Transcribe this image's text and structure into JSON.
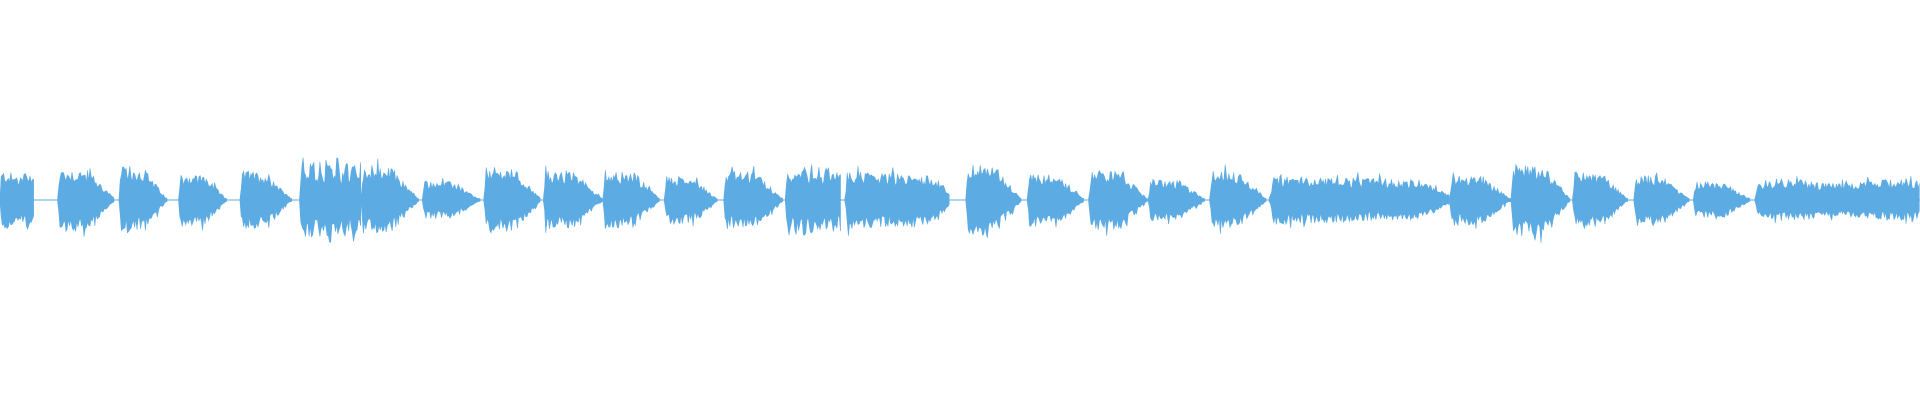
{
  "waveform": {
    "color": "#5dabe3",
    "background": "#ffffff",
    "notes": [
      {
        "start": 0.0,
        "end": 0.018,
        "level": 0.48,
        "shape": "plateau"
      },
      {
        "start": 0.03,
        "end": 0.06,
        "level": 0.52,
        "shape": "decay"
      },
      {
        "start": 0.062,
        "end": 0.087,
        "level": 0.54,
        "shape": "decay"
      },
      {
        "start": 0.093,
        "end": 0.118,
        "level": 0.44,
        "shape": "decay"
      },
      {
        "start": 0.125,
        "end": 0.152,
        "level": 0.48,
        "shape": "decay"
      },
      {
        "start": 0.156,
        "end": 0.188,
        "level": 0.7,
        "shape": "jagged"
      },
      {
        "start": 0.188,
        "end": 0.218,
        "level": 0.56,
        "shape": "decay"
      },
      {
        "start": 0.22,
        "end": 0.25,
        "level": 0.32,
        "shape": "decay"
      },
      {
        "start": 0.252,
        "end": 0.282,
        "level": 0.54,
        "shape": "decay"
      },
      {
        "start": 0.283,
        "end": 0.314,
        "level": 0.48,
        "shape": "decay"
      },
      {
        "start": 0.314,
        "end": 0.344,
        "level": 0.48,
        "shape": "decay"
      },
      {
        "start": 0.346,
        "end": 0.374,
        "level": 0.4,
        "shape": "decay"
      },
      {
        "start": 0.377,
        "end": 0.408,
        "level": 0.48,
        "shape": "decay"
      },
      {
        "start": 0.409,
        "end": 0.438,
        "level": 0.58,
        "shape": "jagged"
      },
      {
        "start": 0.44,
        "end": 0.495,
        "level": 0.5,
        "shape": "long"
      },
      {
        "start": 0.503,
        "end": 0.532,
        "level": 0.58,
        "shape": "decay"
      },
      {
        "start": 0.535,
        "end": 0.565,
        "level": 0.44,
        "shape": "decay"
      },
      {
        "start": 0.567,
        "end": 0.598,
        "level": 0.5,
        "shape": "decay"
      },
      {
        "start": 0.598,
        "end": 0.628,
        "level": 0.34,
        "shape": "decay"
      },
      {
        "start": 0.63,
        "end": 0.66,
        "level": 0.48,
        "shape": "decay"
      },
      {
        "start": 0.661,
        "end": 0.755,
        "level": 0.42,
        "shape": "long"
      },
      {
        "start": 0.755,
        "end": 0.787,
        "level": 0.42,
        "shape": "decay"
      },
      {
        "start": 0.787,
        "end": 0.818,
        "level": 0.6,
        "shape": "decay"
      },
      {
        "start": 0.819,
        "end": 0.848,
        "level": 0.46,
        "shape": "decay"
      },
      {
        "start": 0.851,
        "end": 0.88,
        "level": 0.42,
        "shape": "decay"
      },
      {
        "start": 0.882,
        "end": 0.912,
        "level": 0.3,
        "shape": "decay"
      },
      {
        "start": 0.914,
        "end": 1.0,
        "level": 0.34,
        "shape": "plateau"
      }
    ]
  }
}
